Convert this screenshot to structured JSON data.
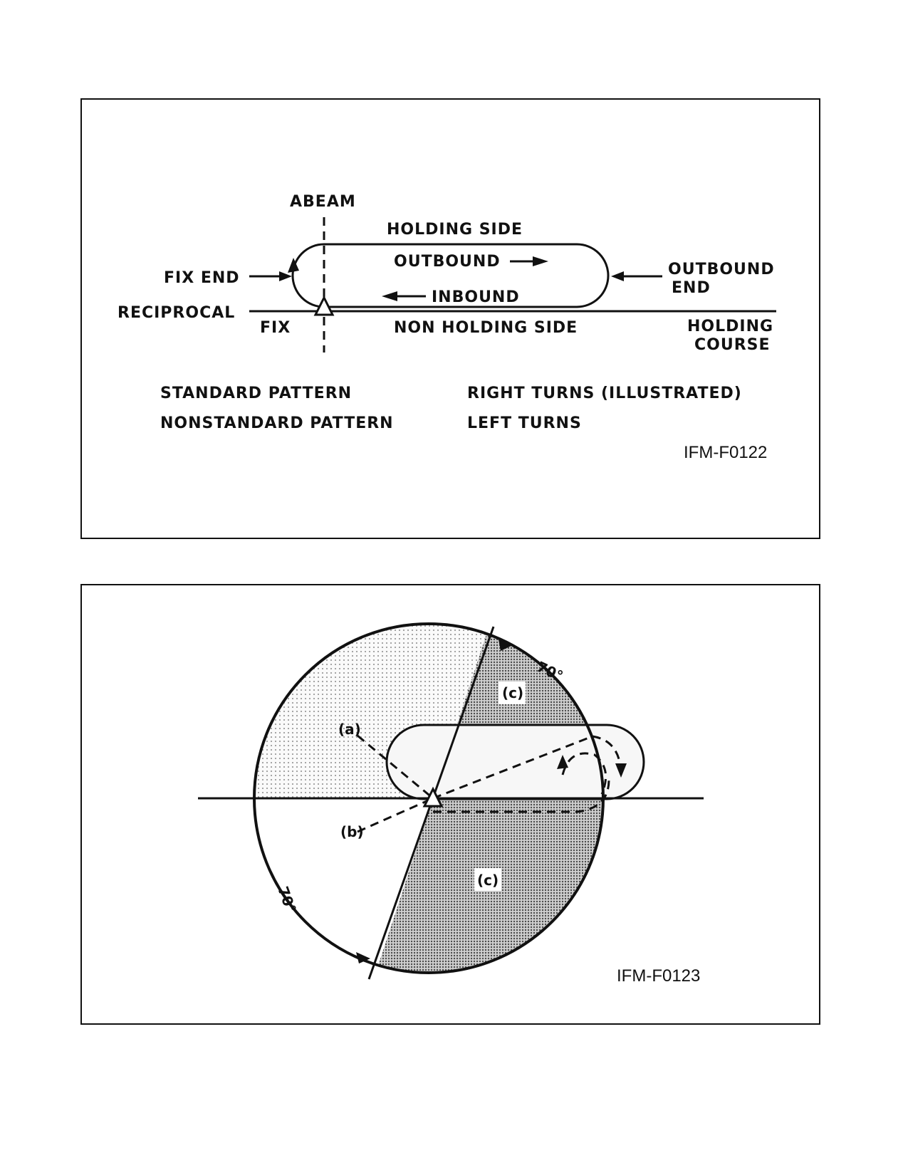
{
  "figure1": {
    "abeam": "ABEAM",
    "holding_side": "HOLDING SIDE",
    "outbound": "OUTBOUND",
    "inbound": "INBOUND",
    "fix_end": "FIX END",
    "outbound_end_1": "OUTBOUND",
    "outbound_end_2": "END",
    "reciprocal": "RECIPROCAL",
    "fix": "FIX",
    "non_holding_side": "NON HOLDING SIDE",
    "holding_course_1": "HOLDING",
    "holding_course_2": "COURSE",
    "standard_pattern": "STANDARD PATTERN",
    "right_turns": "RIGHT TURNS (ILLUSTRATED)",
    "nonstandard_pattern": "NONSTANDARD PATTERN",
    "left_turns": "LEFT TURNS",
    "code": "IFM-F0122"
  },
  "figure2": {
    "label_a": "(a)",
    "label_b": "(b)",
    "label_c_top": "(c)",
    "label_c_bottom": "(c)",
    "angle_top": "70°",
    "angle_bottom": "70°",
    "code": "IFM-F0123"
  },
  "colors": {
    "ink": "#111111",
    "light_stipple": "#e2e2e2",
    "dark_stipple": "#a9a9a9"
  }
}
